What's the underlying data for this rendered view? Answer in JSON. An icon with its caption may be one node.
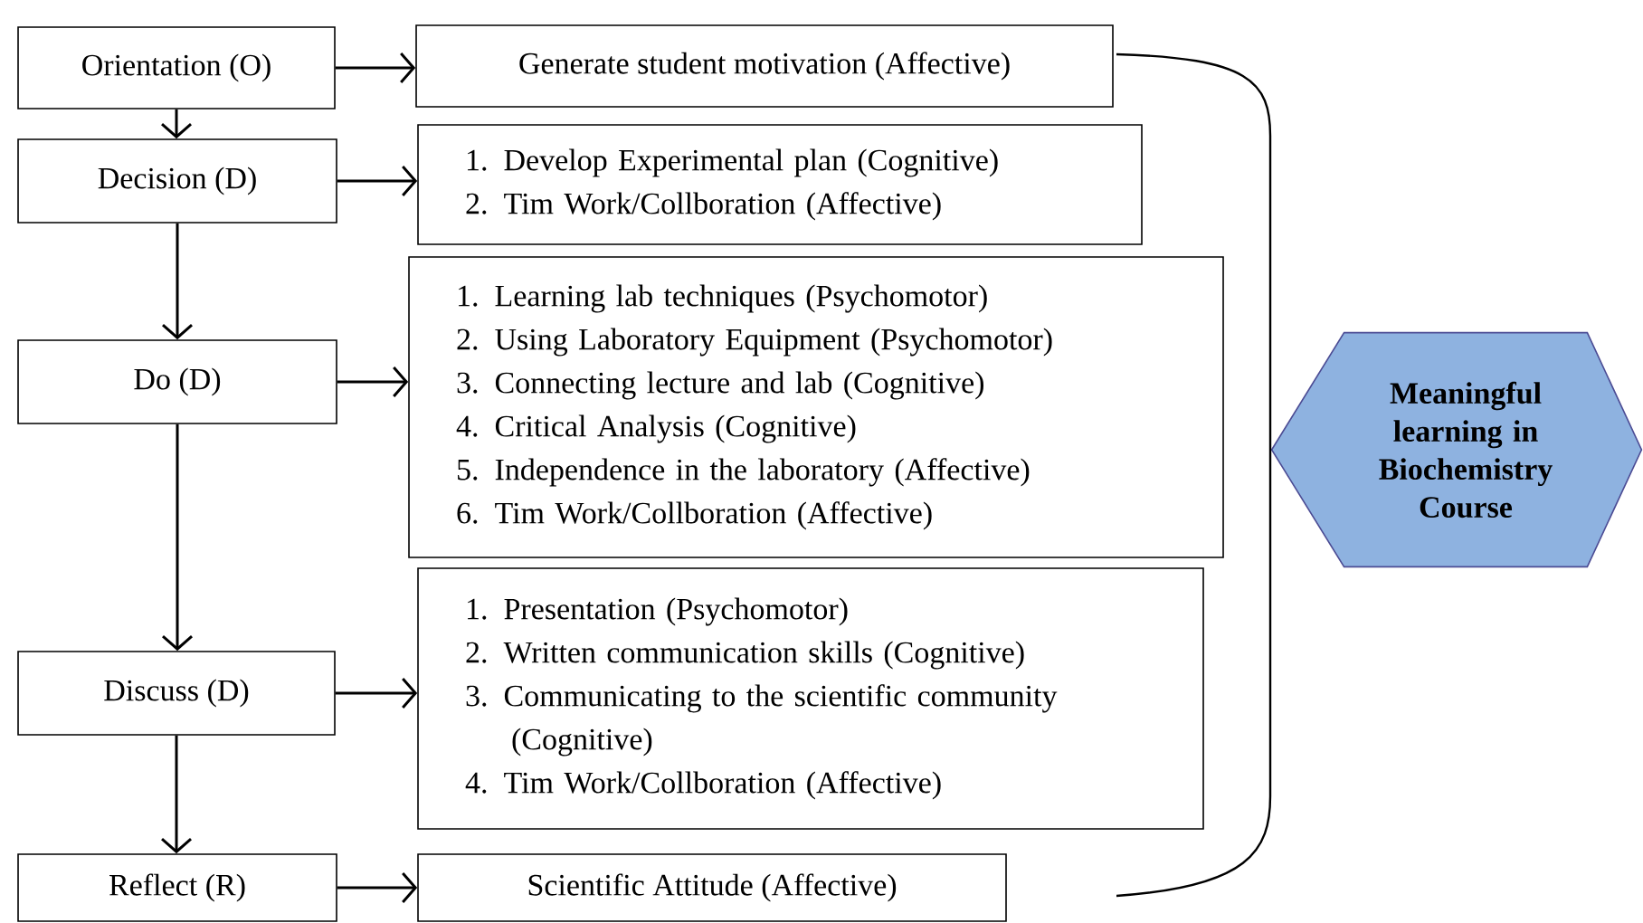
{
  "diagram": {
    "nodes": [
      {
        "text": [
          "Orientation (O)"
        ]
      },
      {
        "text": [
          "Generate student motivation (Affective)"
        ]
      },
      {
        "text": [
          "Decision (D)"
        ]
      },
      {
        "text": [
          "1. Develop Experimental plan (Cognitive)",
          "2. Tim Work/Collboration (Affective)"
        ]
      },
      {
        "text": [
          "Do (D)"
        ]
      },
      {
        "text": [
          "1. Learning lab techniques (Psychomotor)",
          "2. Using Laboratory Equipment (Psychomotor)",
          "3. Connecting lecture and lab (Cognitive)",
          "4. Critical Analysis (Cognitive)",
          "5. Independence in the laboratory (Affective)",
          "6. Tim Work/Collboration (Affective)"
        ]
      },
      {
        "text": [
          "Discuss (D)"
        ]
      },
      {
        "text": [
          "1. Presentation (Psychomotor)",
          "2. Written communication skills (Cognitive)",
          "3. Communicating to the scientific community (Cognitive)",
          "4. Tim Work/Collboration (Affective)"
        ]
      },
      {
        "text": [
          "Reflect (R)"
        ]
      },
      {
        "text": [
          "Scientific Attitude (Affective)"
        ]
      },
      {
        "text": [
          "Meaningful learning in Biochemistry Course"
        ]
      }
    ],
    "edges": [
      {
        "from": 0,
        "to": 1,
        "arrow": "to"
      },
      {
        "from": 0,
        "to": 2,
        "arrow": "to"
      },
      {
        "from": 2,
        "to": 3,
        "arrow": "to"
      },
      {
        "from": 2,
        "to": 4,
        "arrow": "to"
      },
      {
        "from": 4,
        "to": 5,
        "arrow": "to"
      },
      {
        "from": 4,
        "to": 6,
        "arrow": "to"
      },
      {
        "from": 6,
        "to": 7,
        "arrow": "to"
      },
      {
        "from": 6,
        "to": 8,
        "arrow": "to"
      },
      {
        "from": 8,
        "to": 9,
        "arrow": "to"
      }
    ]
  }
}
